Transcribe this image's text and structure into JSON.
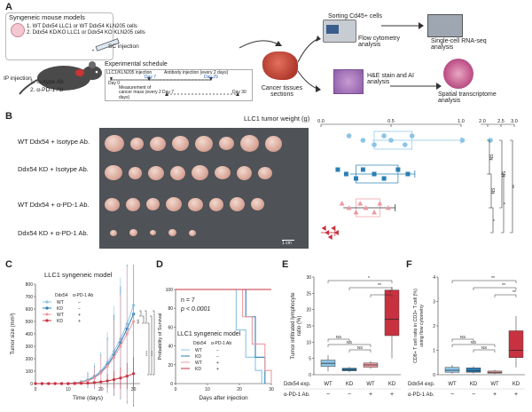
{
  "panelA": {
    "letter": "A",
    "model_title": "Syngeneic mouse models",
    "model_line1": "1. WT Ddx54 LLC1 or WT Ddx54 KLN205 cells",
    "model_line2": "2. Ddx54 KD/KO LLC1 or Ddx54 KO KLN205 cells",
    "sc_injection": "SC injection",
    "ip_injection": "IP injection",
    "treat1": "1. Isotype Ab",
    "treat2": "2. α-PD-1 Ab",
    "schedule_title": "Experimental schedule",
    "sched_injection": "LLC1/KLN205 injection",
    "sched_antibody": "Antibody injection (every 2 days)",
    "day0": "Day 0",
    "day7": "Day 7",
    "day29": "Day 29",
    "measure": "Measurement of cancer mass (every 2 days)",
    "day7b": "Day 7",
    "day30": "Day 30",
    "cancer_sections": "Cancer tissues sections",
    "sorting": "Sorting Cd45+ cells",
    "flow": "Flow cytometry analysis",
    "scrna": "Single-cell RNA-seq analysis",
    "he": "H&E stain and AI analysis",
    "spatial": "Spatial transcriptome analysis"
  },
  "panelB": {
    "letter": "B",
    "title": "LLC1 tumor weight (g)",
    "ticks": [
      "0.0",
      "0.5",
      "1.0",
      "2.0",
      "2.5",
      "3.0"
    ],
    "groups": [
      "WT Ddx54 + Isotype Ab.",
      "Ddx54 KD + Isotype Ab.",
      "WT Ddx54 + α-PD-1 Ab.",
      "Ddx54 KD + α-PD-1 Ab."
    ],
    "colors": [
      "#8cc4e6",
      "#2a7fb5",
      "#ee9aa3",
      "#c8313f"
    ],
    "ns": [
      "NS",
      "NS",
      "NS",
      "NS"
    ],
    "stars": [
      "*",
      "*",
      "**"
    ],
    "scale_bar": "1 cm",
    "chart_data": {
      "type": "scatter",
      "title": "LLC1 tumor weight (g)",
      "series": [
        {
          "name": "WT Ddx54 + Isotype Ab.",
          "values": [
            0.2,
            0.3,
            0.38,
            0.45,
            0.5,
            0.6,
            0.65,
            1.05
          ]
        },
        {
          "name": "Ddx54 KD + Isotype Ab.",
          "values": [
            0.12,
            0.18,
            0.25,
            0.3,
            0.38,
            0.45,
            0.55,
            0.62
          ]
        },
        {
          "name": "WT Ddx54 + α-PD-1 Ab.",
          "values": [
            0.15,
            0.2,
            0.25,
            0.28,
            0.32,
            0.38,
            0.42,
            0.48
          ]
        },
        {
          "name": "Ddx54 KD + α-PD-1 Ab.",
          "values": [
            0.01,
            0.02,
            0.03,
            0.04,
            0.05
          ]
        }
      ]
    }
  },
  "panelC": {
    "letter": "C",
    "title": "LLC1 syngeneic model",
    "ylabel": "Tumor size (mm³)",
    "xlabel": "Time (days)",
    "legend_head1": "Ddx54",
    "legend_head2": "α-PD-1 Ab",
    "legend_rows": [
      [
        "WT",
        "−"
      ],
      [
        "KD",
        "−"
      ],
      [
        "WT",
        "+"
      ],
      [
        "KD",
        "+"
      ]
    ],
    "yticks": [
      "0",
      "100",
      "200",
      "300",
      "400",
      "500",
      "600",
      "700",
      "800"
    ],
    "xticks": [
      "0",
      "10",
      "20",
      "30"
    ],
    "stars": [
      "NS",
      "NS",
      "NS",
      "****",
      "****",
      "****"
    ],
    "chart_data": {
      "type": "line",
      "x": [
        0,
        2,
        4,
        6,
        8,
        10,
        12,
        14,
        16,
        18,
        20,
        22,
        24,
        26,
        28,
        30
      ],
      "series": [
        {
          "name": "WT −",
          "values": [
            0,
            0,
            0,
            0,
            0,
            0,
            5,
            15,
            30,
            60,
            100,
            170,
            260,
            360,
            480,
            630
          ]
        },
        {
          "name": "KD −",
          "values": [
            0,
            0,
            0,
            0,
            0,
            0,
            5,
            12,
            25,
            50,
            90,
            150,
            230,
            330,
            440,
            560
          ]
        },
        {
          "name": "WT +",
          "values": [
            0,
            0,
            0,
            0,
            0,
            0,
            4,
            10,
            22,
            45,
            85,
            140,
            210,
            300,
            400,
            500
          ]
        },
        {
          "name": "KD +",
          "values": [
            0,
            0,
            0,
            0,
            0,
            0,
            0,
            2,
            4,
            8,
            14,
            22,
            32,
            45,
            60,
            80
          ]
        }
      ],
      "ylim": [
        0,
        800
      ]
    }
  },
  "panelD": {
    "letter": "D",
    "n": "n = 7",
    "p": "p < 0.0001",
    "title": "LLC1 syngeneic model",
    "ylabel": "Probability of Survival",
    "xlabel": "Days after injection",
    "legend_head1": "Ddx54",
    "legend_head2": "α-PD-1 Ab",
    "legend_rows": [
      [
        "WT",
        "−"
      ],
      [
        "KD",
        "−"
      ],
      [
        "WT",
        "+"
      ],
      [
        "KD",
        "+"
      ]
    ],
    "yticks": [
      "0",
      "20",
      "40",
      "60",
      "80",
      "100"
    ],
    "xticks": [
      "0",
      "10",
      "20",
      "30"
    ],
    "chart_data": {
      "type": "line",
      "series": [
        {
          "name": "WT −",
          "x": [
            0,
            19,
            19,
            22,
            22,
            25,
            25,
            27,
            27
          ],
          "values": [
            100,
            100,
            57,
            57,
            28,
            28,
            14,
            14,
            0
          ]
        },
        {
          "name": "KD −",
          "x": [
            0,
            22,
            22,
            25,
            25,
            28,
            28
          ],
          "values": [
            100,
            100,
            71,
            71,
            28,
            28,
            0
          ]
        },
        {
          "name": "WT +",
          "x": [
            0,
            21,
            21,
            24,
            24,
            28,
            28,
            30,
            30
          ],
          "values": [
            100,
            100,
            71,
            71,
            42,
            42,
            14,
            14,
            0
          ]
        },
        {
          "name": "KD +",
          "x": [
            0,
            30
          ],
          "values": [
            100,
            100
          ]
        }
      ],
      "ylim": [
        0,
        100
      ]
    }
  },
  "panelE": {
    "letter": "E",
    "ylabel": "Tumor infiltrated lymphocyte ratio (%)",
    "yticks": [
      "0",
      "5",
      "10",
      "15",
      "20",
      "25",
      "30"
    ],
    "row1_label": "Ddx54 exp.",
    "row2_label": "α-PD-1 Ab.",
    "row1": [
      "WT",
      "KD",
      "WT",
      "KD"
    ],
    "row2": [
      "−",
      "−",
      "+",
      "+"
    ],
    "sig": [
      "*",
      "**",
      "*",
      "NS",
      "NS",
      "NS"
    ],
    "chart_data": {
      "type": "box",
      "categories": [
        "WT/−",
        "KD/−",
        "WT/+",
        "KD/+"
      ],
      "boxes": [
        {
          "q1": 2.5,
          "median": 3.5,
          "q3": 4.5,
          "min": 1,
          "max": 6
        },
        {
          "q1": 1.2,
          "median": 1.6,
          "q3": 2.0,
          "min": 0.8,
          "max": 2.4
        },
        {
          "q1": 2.3,
          "median": 3.0,
          "q3": 3.6,
          "min": 1.8,
          "max": 4.2
        },
        {
          "q1": 12,
          "median": 17,
          "q3": 26,
          "min": 5,
          "max": 27
        }
      ],
      "ylim": [
        0,
        30
      ]
    }
  },
  "panelF": {
    "letter": "F",
    "ylabel": "CD8+ T cell ratio in CD3+ T cell (%) using flow cytometry",
    "yticks": [
      "0",
      "1",
      "2",
      "3",
      "4"
    ],
    "row1_label": "Ddx54 exp.",
    "row2_label": "α-PD-1 Ab.",
    "row1": [
      "WT",
      "KD",
      "WT",
      "KD"
    ],
    "row2": [
      "−",
      "−",
      "+",
      "+"
    ],
    "sig": [
      "**",
      "**",
      "**",
      "NS",
      "NS",
      "NS"
    ],
    "chart_data": {
      "type": "box",
      "categories": [
        "WT/−",
        "KD/−",
        "WT/+",
        "KD/+"
      ],
      "boxes": [
        {
          "q1": 0.1,
          "median": 0.18,
          "q3": 0.3,
          "min": 0.05,
          "max": 0.4
        },
        {
          "q1": 0.1,
          "median": 0.15,
          "q3": 0.28,
          "min": 0.05,
          "max": 0.35
        },
        {
          "q1": 0.06,
          "median": 0.1,
          "q3": 0.15,
          "min": 0.03,
          "max": 0.2
        },
        {
          "q1": 0.7,
          "median": 1.0,
          "q3": 1.8,
          "min": 0.3,
          "max": 2.4
        }
      ],
      "ylim": [
        0,
        4
      ]
    }
  }
}
